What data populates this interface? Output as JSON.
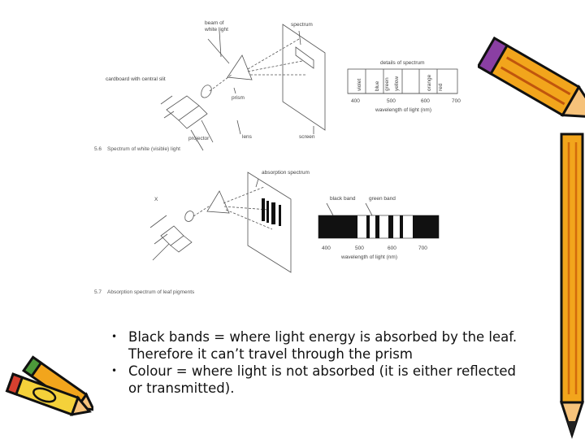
{
  "figure_top": {
    "labels": {
      "beam": "beam of",
      "beam2": "white light",
      "spectrum": "spectrum",
      "cardboard": "cardboard with central slit",
      "prism": "prism",
      "projector": "projector",
      "lens": "lens",
      "screen": "screen",
      "details": "details of spectrum",
      "wavelength": "wavelength of light (nm)"
    },
    "colours": [
      "violet",
      "blue",
      "green",
      "yellow",
      "orange",
      "red"
    ],
    "ticks": [
      "400",
      "500",
      "600",
      "700"
    ],
    "caption_num": "5.6",
    "caption": "Spectrum of white (visible) light"
  },
  "figure_bottom": {
    "labels": {
      "absorption": "absorption spectrum",
      "x": "X",
      "black_band": "black band",
      "green_band": "green band",
      "wavelength": "wavelength of light (nm)"
    },
    "ticks": [
      "400",
      "500",
      "600",
      "700"
    ],
    "caption_num": "5.7",
    "caption": "Absorption spectrum of leaf pigments"
  },
  "bullets": [
    {
      "line1": "Black bands = where light energy is absorbed by the leaf.",
      "line2": "Therefore it can’t travel through the prism"
    },
    {
      "line1": "Colour = where light is not absorbed (it is either reflected",
      "line2": "or transmitted)."
    }
  ],
  "bullet_glyph": "•",
  "colors": {
    "pencil_body": "#f2a51c",
    "pencil_tip": "#e8792b",
    "pencil_band": "#7c2a92",
    "text": "#111111"
  }
}
